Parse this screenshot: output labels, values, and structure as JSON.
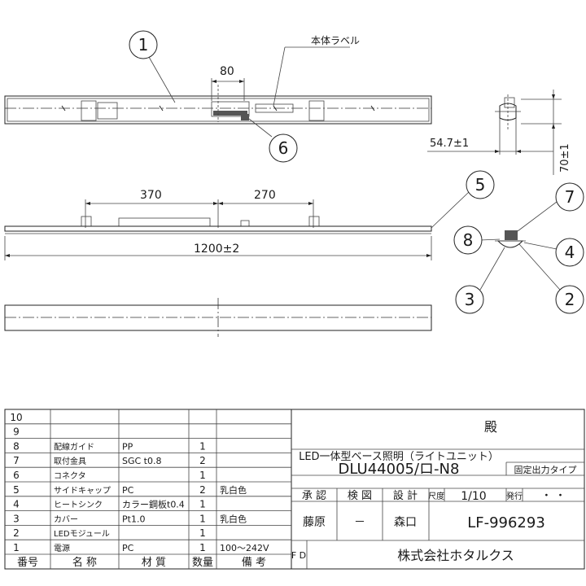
{
  "drawing": {
    "label_body": "本体ラベル",
    "dims": {
      "d80": "80",
      "d547": "54.7±1",
      "d70": "70±1",
      "d370": "370",
      "d270": "270",
      "d1200": "1200±2"
    },
    "balloons": [
      "1",
      "2",
      "3",
      "4",
      "5",
      "6",
      "7",
      "8"
    ]
  },
  "title_block": {
    "suffix": "殿",
    "product_name": "LED一体型ベース照明（ライトユニット）",
    "model": "DLU44005/ロ-N8",
    "type": "固定出力タイプ",
    "approve": "承 認",
    "check": "検 図",
    "design": "設 計",
    "scale_label": "尺度",
    "scale_value": "1/10",
    "issue": "発行",
    "issue_value": "・ ・",
    "approver": "藤原",
    "checker": "－",
    "designer": "森口",
    "drawing_no": "LF-996293",
    "fd": "F D",
    "company": "株式会社ホタルクス"
  },
  "parts_table": {
    "header": {
      "no": "番号",
      "name": "名 称",
      "material": "材 質",
      "qty": "数量",
      "note": "備 考"
    },
    "rows": [
      {
        "no": "10",
        "name": "",
        "material": "",
        "qty": "",
        "note": ""
      },
      {
        "no": "9",
        "name": "",
        "material": "",
        "qty": "",
        "note": ""
      },
      {
        "no": "8",
        "name": "配線ガイド",
        "material": "PP",
        "qty": "1",
        "note": ""
      },
      {
        "no": "7",
        "name": "取付金具",
        "material": "SGC t0.8",
        "qty": "2",
        "note": ""
      },
      {
        "no": "6",
        "name": "コネクタ",
        "material": "",
        "qty": "1",
        "note": ""
      },
      {
        "no": "5",
        "name": "サイドキャップ",
        "material": "PC",
        "qty": "2",
        "note": "乳白色"
      },
      {
        "no": "4",
        "name": "ヒートシンク",
        "material": "カラー鋼板t0.4",
        "qty": "1",
        "note": ""
      },
      {
        "no": "3",
        "name": "カバー",
        "material": "Pt1.0",
        "qty": "1",
        "note": "乳白色"
      },
      {
        "no": "2",
        "name": "LEDモジュール",
        "material": "",
        "qty": "1",
        "note": ""
      },
      {
        "no": "1",
        "name": "電源",
        "material": "PC",
        "qty": "1",
        "note": "100～242V"
      }
    ]
  }
}
